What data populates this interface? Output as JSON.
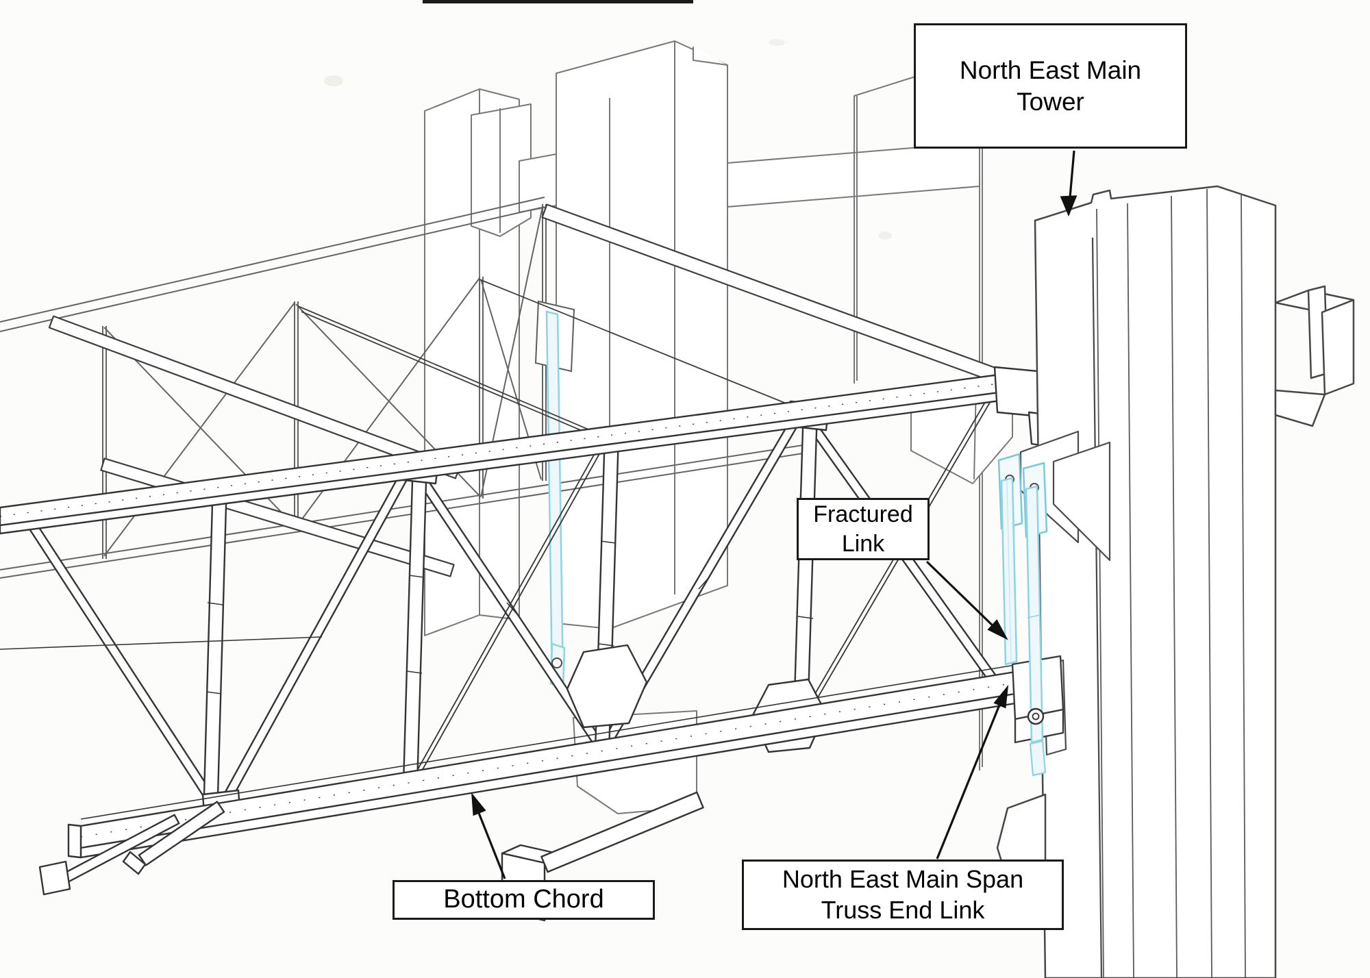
{
  "callouts": {
    "north_east_main_tower": {
      "line1": "North East Main",
      "line2": "Tower"
    },
    "fractured_link": {
      "line1": "Fractured",
      "line2": "Link"
    },
    "bottom_chord": {
      "line1": "Bottom Chord"
    },
    "truss_end_link": {
      "line1": "North East Main Span",
      "line2": "Truss End Link"
    }
  },
  "colors": {
    "paper": "#fcfcfb",
    "near_line": "#3a3a3a",
    "far_line": "#6e6e6e",
    "tower_line": "#474747",
    "highlight_stroke": "#8ed2e6",
    "highlight_fill": "#eef8fb",
    "label_border": "#1a1a1a",
    "label_text": "#000000"
  }
}
